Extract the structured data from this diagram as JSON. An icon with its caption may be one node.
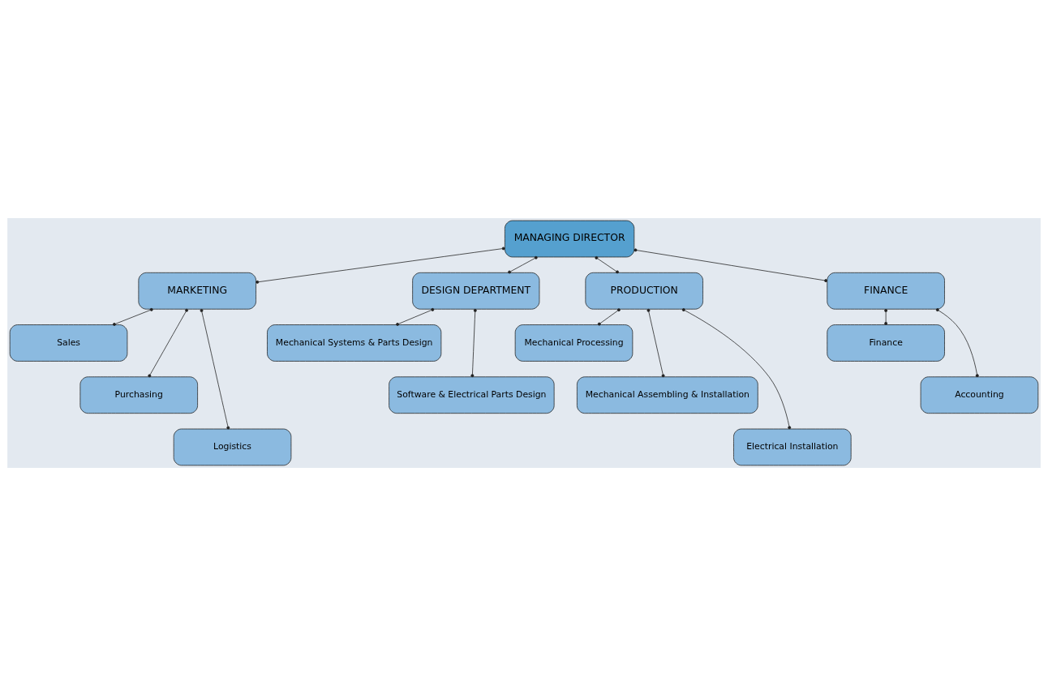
{
  "diagram": {
    "nodes": [
      {
        "text": [
          "MANAGING DIRECTOR"
        ]
      },
      {
        "text": [
          "MARKETING"
        ]
      },
      {
        "text": [
          "DESIGN DEPARTMENT"
        ]
      },
      {
        "text": [
          "PRODUCTION"
        ]
      },
      {
        "text": [
          "FINANCE"
        ]
      },
      {
        "text": [
          "Sales"
        ]
      },
      {
        "text": [
          "Purchasing"
        ]
      },
      {
        "text": [
          "Logistics"
        ]
      },
      {
        "text": [
          "Mechanical Systems & Parts Design"
        ]
      },
      {
        "text": [
          "Software & Electrical Parts Design"
        ]
      },
      {
        "text": [
          "Mechanical Processing"
        ]
      },
      {
        "text": [
          "Mechanical Assembling & Installation"
        ]
      },
      {
        "text": [
          "Electrical Installation"
        ]
      },
      {
        "text": [
          "Finance"
        ]
      },
      {
        "text": [
          "Accounting"
        ]
      }
    ],
    "edges": [
      {
        "from": 0,
        "to": 1,
        "arrow": "other"
      },
      {
        "from": 0,
        "to": 2,
        "arrow": "other"
      },
      {
        "from": 0,
        "to": 3,
        "arrow": "other"
      },
      {
        "from": 0,
        "to": 4,
        "arrow": "other"
      },
      {
        "from": 1,
        "to": 5,
        "arrow": "other"
      },
      {
        "from": 1,
        "to": 6,
        "arrow": "other"
      },
      {
        "from": 1,
        "to": 7,
        "arrow": "other"
      },
      {
        "from": 2,
        "to": 8,
        "arrow": "other"
      },
      {
        "from": 2,
        "to": 9,
        "arrow": "other"
      },
      {
        "from": 3,
        "to": 10,
        "arrow": "other"
      },
      {
        "from": 3,
        "to": 11,
        "arrow": "other"
      },
      {
        "from": 3,
        "to": 12,
        "arrow": "other"
      },
      {
        "from": 4,
        "to": 13,
        "arrow": "other"
      },
      {
        "from": 4,
        "to": 14,
        "arrow": "other"
      }
    ]
  }
}
